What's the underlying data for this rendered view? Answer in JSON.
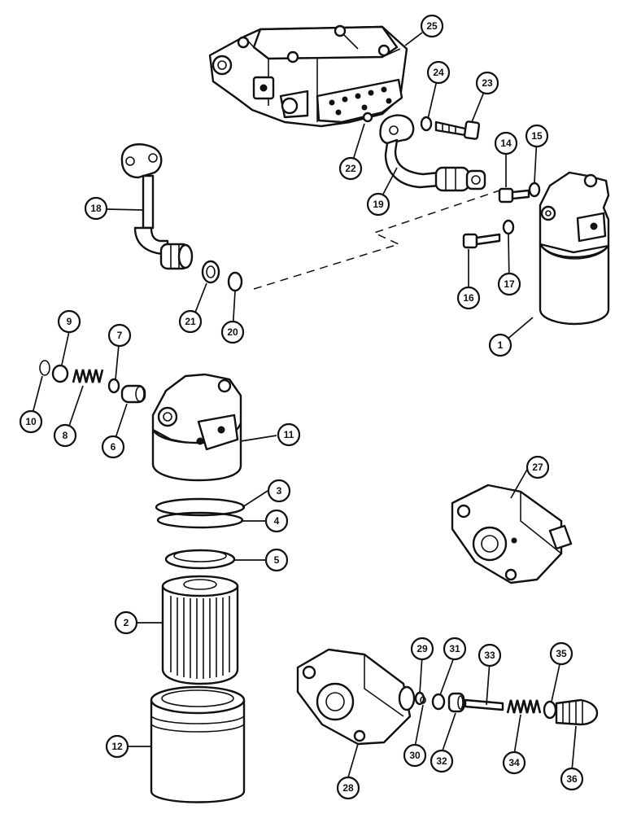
{
  "callouts": [
    {
      "id": "c1",
      "label": "1"
    },
    {
      "id": "c2",
      "label": "2"
    },
    {
      "id": "c3",
      "label": "3"
    },
    {
      "id": "c4",
      "label": "4"
    },
    {
      "id": "c5",
      "label": "5"
    },
    {
      "id": "c6",
      "label": "6"
    },
    {
      "id": "c7",
      "label": "7"
    },
    {
      "id": "c8",
      "label": "8"
    },
    {
      "id": "c9",
      "label": "9"
    },
    {
      "id": "c10",
      "label": "10"
    },
    {
      "id": "c11",
      "label": "11"
    },
    {
      "id": "c12",
      "label": "12"
    },
    {
      "id": "c14",
      "label": "14"
    },
    {
      "id": "c15",
      "label": "15"
    },
    {
      "id": "c16",
      "label": "16"
    },
    {
      "id": "c17",
      "label": "17"
    },
    {
      "id": "c18",
      "label": "18"
    },
    {
      "id": "c19",
      "label": "19"
    },
    {
      "id": "c20",
      "label": "20"
    },
    {
      "id": "c21",
      "label": "21"
    },
    {
      "id": "c22",
      "label": "22"
    },
    {
      "id": "c23",
      "label": "23"
    },
    {
      "id": "c24",
      "label": "24"
    },
    {
      "id": "c25",
      "label": "25"
    },
    {
      "id": "c27",
      "label": "27"
    },
    {
      "id": "c28",
      "label": "28"
    },
    {
      "id": "c29",
      "label": "29"
    },
    {
      "id": "c30",
      "label": "30"
    },
    {
      "id": "c31",
      "label": "31"
    },
    {
      "id": "c32",
      "label": "32"
    },
    {
      "id": "c33",
      "label": "33"
    },
    {
      "id": "c34",
      "label": "34"
    },
    {
      "id": "c35",
      "label": "35"
    },
    {
      "id": "c36",
      "label": "36"
    }
  ]
}
